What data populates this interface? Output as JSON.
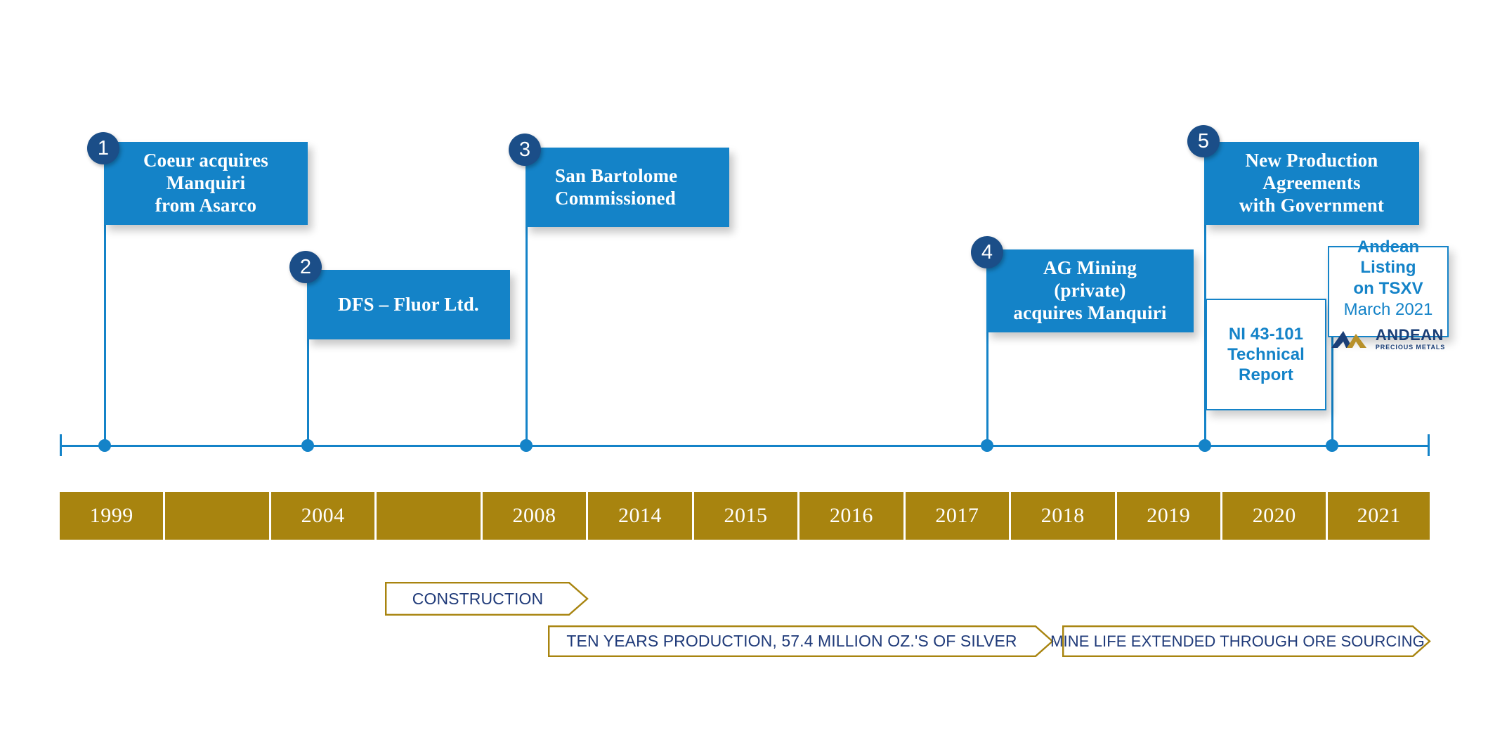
{
  "theme": {
    "flag_blue": "#1483c8",
    "badge_navy": "#1b4e88",
    "gold": "#a8840f",
    "arrow_navy": "#1f3a79",
    "logo_navy": "#1b3f77",
    "logo_gold": "#b8912a"
  },
  "milestones": [
    {
      "number": "1",
      "text": "Coeur acquires\nManquiri\nfrom Asarco",
      "align": "center"
    },
    {
      "number": "2",
      "text": "DFS – Fluor Ltd.",
      "align": "center"
    },
    {
      "number": "3",
      "text": "San Bartolome\nCommissioned",
      "align": "left"
    },
    {
      "number": "4",
      "text": "AG Mining\n(private)\nacquires Manquiri",
      "align": "center"
    },
    {
      "number": "5",
      "text": "New Production\nAgreements\nwith Government",
      "align": "center"
    }
  ],
  "cards": [
    {
      "title": "NI 43-101\nTechnical\nReport",
      "subtitle": ""
    },
    {
      "title": "Andean Listing\non TSXV",
      "subtitle": "March 2021",
      "logo": {
        "name": "andean-precious-metals-logo",
        "line1": "ANDEAN",
        "line2": "PRECIOUS METALS"
      }
    }
  ],
  "year_axis": {
    "cells": [
      {
        "label": "1999"
      },
      {
        "label": ""
      },
      {
        "label": "2004"
      },
      {
        "label": ""
      },
      {
        "label": "2008"
      },
      {
        "label": "2014"
      },
      {
        "label": "2015"
      },
      {
        "label": "2016"
      },
      {
        "label": "2017"
      },
      {
        "label": "2018"
      },
      {
        "label": "2019"
      },
      {
        "label": "2020"
      },
      {
        "label": "2021"
      }
    ]
  },
  "phases": [
    {
      "label": "CONSTRUCTION"
    },
    {
      "label": "TEN YEARS PRODUCTION, 57.4 MILLION OZ.'S OF SILVER"
    },
    {
      "label": "MINE LIFE EXTENDED THROUGH ORE SOURCING"
    }
  ],
  "chart_data": {
    "type": "timeline",
    "title": "",
    "categories": [
      "1999",
      "",
      "2004",
      "",
      "2008",
      "2014",
      "2015",
      "2016",
      "2017",
      "2018",
      "2019",
      "2020",
      "2021"
    ],
    "events": [
      {
        "year": "1999",
        "number": 1,
        "label": "Coeur acquires Manquiri from Asarco"
      },
      {
        "year": "2004",
        "number": 2,
        "label": "DFS – Fluor Ltd."
      },
      {
        "year": "2008",
        "number": 3,
        "label": "San Bartolome Commissioned"
      },
      {
        "year": "2017",
        "number": 4,
        "label": "AG Mining (private) acquires Manquiri"
      },
      {
        "year": "2020",
        "number": 5,
        "label": "New Production Agreements with Government"
      },
      {
        "year": "2020",
        "number": null,
        "label": "NI 43-101 Technical Report"
      },
      {
        "year": "2021",
        "number": null,
        "label": "Andean Listing on TSXV, March 2021"
      }
    ],
    "phases": [
      {
        "label": "CONSTRUCTION",
        "start": "2004",
        "end": "2008"
      },
      {
        "label": "TEN YEARS PRODUCTION, 57.4 MILLION OZ.'S OF SILVER",
        "start": "2008",
        "end": "2018"
      },
      {
        "label": "MINE LIFE EXTENDED THROUGH ORE SOURCING",
        "start": "2018",
        "end": "2021"
      }
    ]
  }
}
